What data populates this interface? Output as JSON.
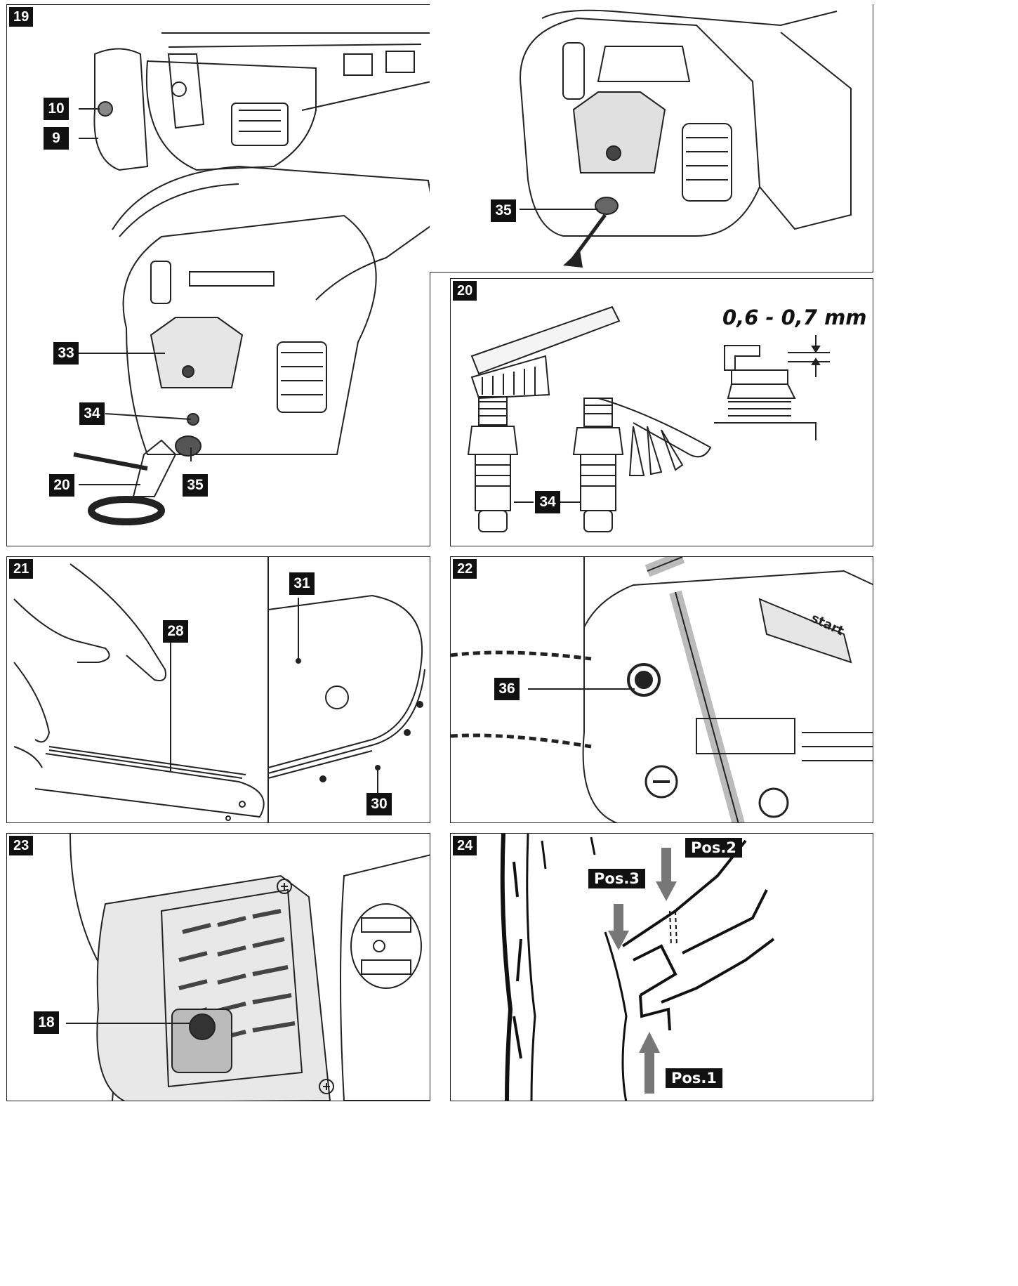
{
  "figures": {
    "fig19": {
      "number": "19",
      "callouts": [
        "10",
        "9",
        "33",
        "34",
        "20",
        "35"
      ],
      "callout_right": "35"
    },
    "fig20": {
      "number": "20",
      "gap_label": "0,6 - 0,7 mm",
      "callouts": [
        "34"
      ]
    },
    "fig21": {
      "number": "21",
      "callouts": [
        "28",
        "31",
        "30"
      ]
    },
    "fig22": {
      "number": "22",
      "callouts": [
        "36"
      ],
      "brand_text": "start"
    },
    "fig23": {
      "number": "23",
      "callouts": [
        "18"
      ]
    },
    "fig24": {
      "number": "24",
      "positions": [
        "Pos.1",
        "Pos.2",
        "Pos.3"
      ]
    }
  }
}
